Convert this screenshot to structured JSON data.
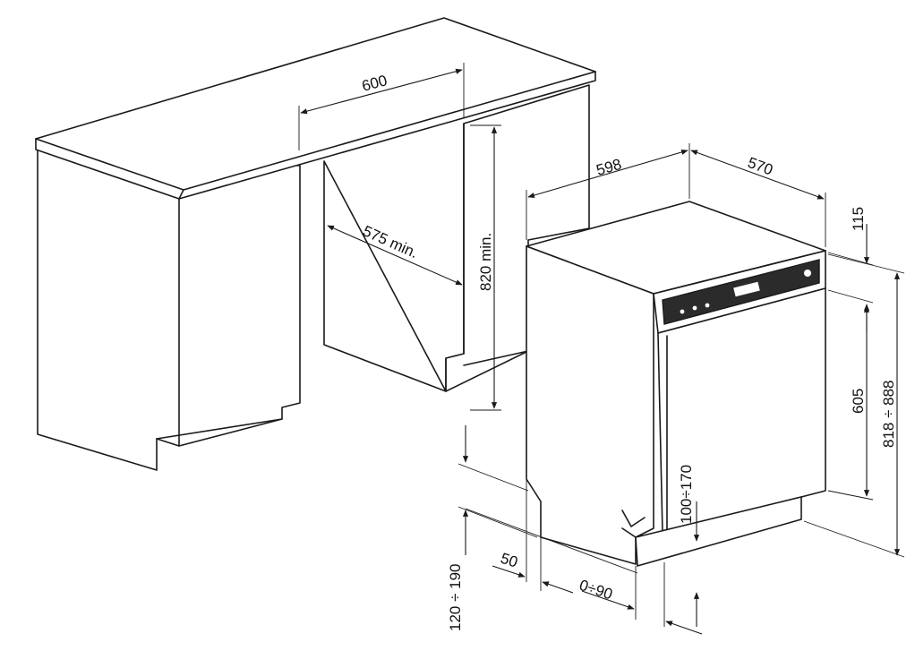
{
  "diagram": {
    "labels": {
      "width_niche": "600",
      "depth_niche": "575 min.",
      "height_niche": "820 min.",
      "appliance_width": "598",
      "appliance_depth": "570",
      "panel_height": "115",
      "door_height": "605",
      "total_height": "818 ÷ 888",
      "kick_adjust": "100÷170",
      "plinth_height": "120 ÷ 190",
      "plinth_setback": "50",
      "plinth_adjust": "0÷90"
    },
    "colors": {
      "line": "#1a1a1a",
      "panel": "#2b2b2b",
      "background": "#ffffff"
    }
  }
}
